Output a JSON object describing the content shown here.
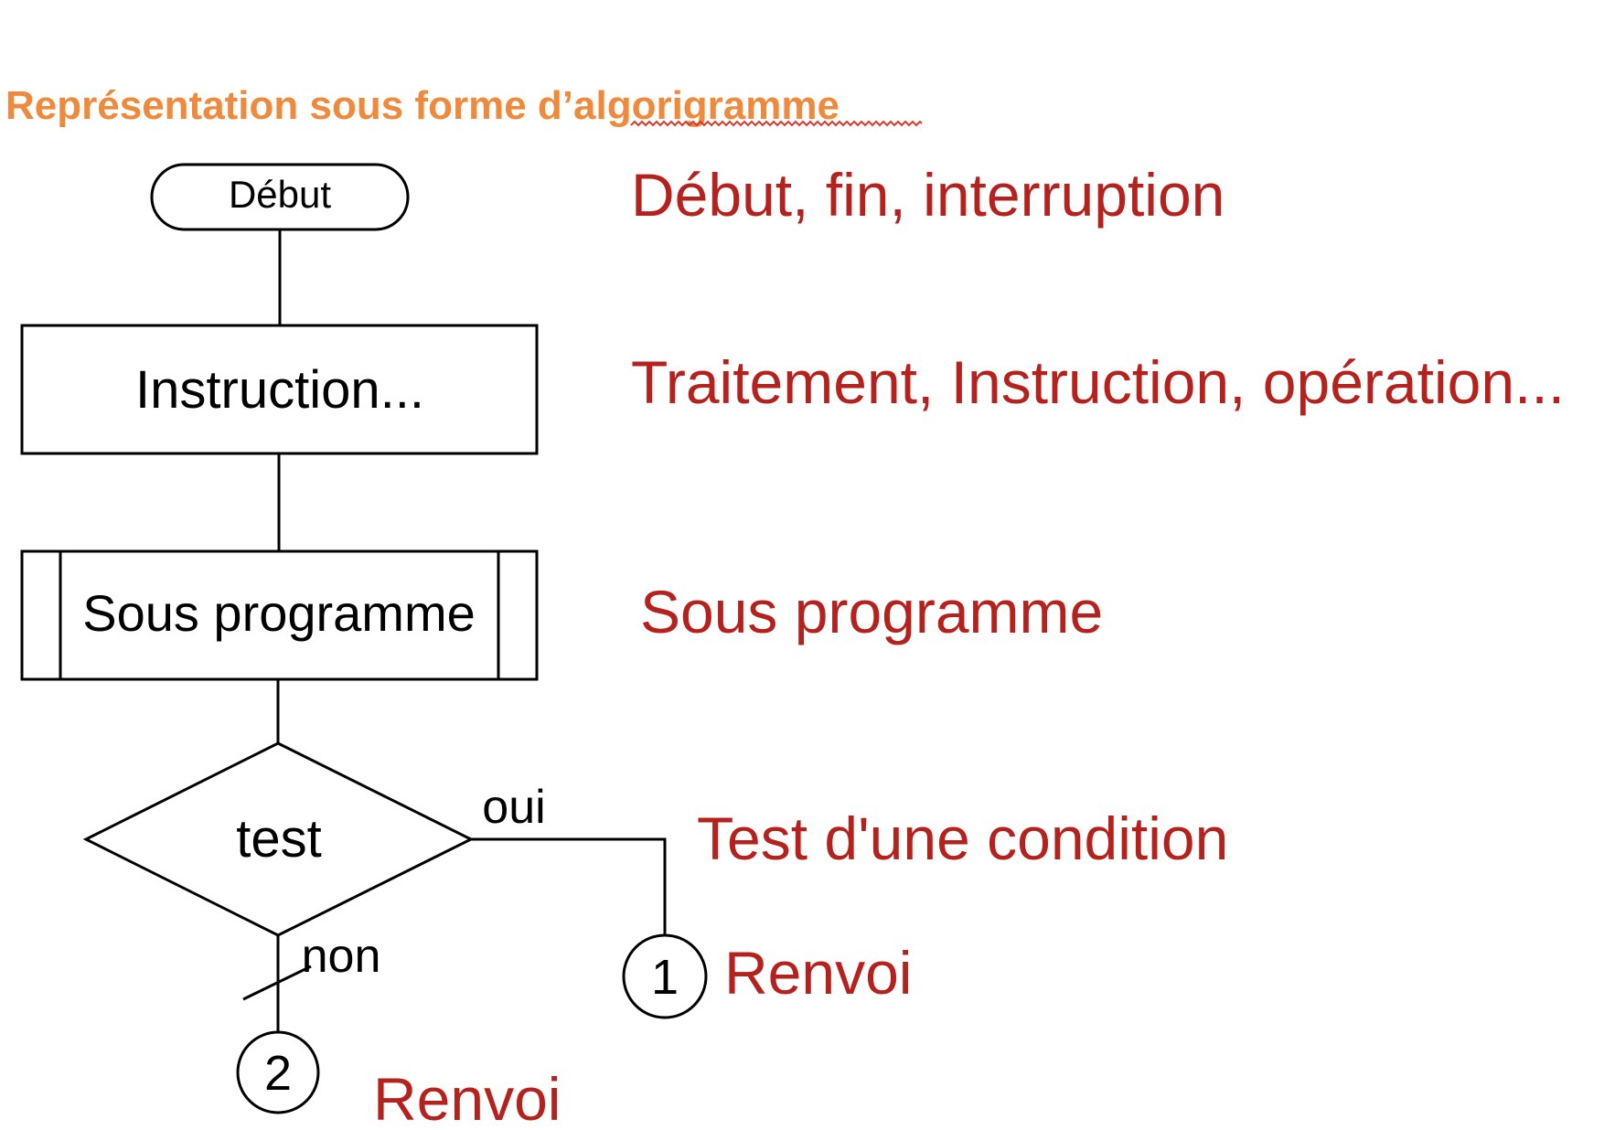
{
  "heading": {
    "text": "Représentation sous forme d’algorigramme",
    "color": "#EF8A3C",
    "spellcheck_color": "#D93A2B"
  },
  "flowchart": {
    "start_label": "Début",
    "instruction_label": "Instruction...",
    "subprogram_label": "Sous programme",
    "test_label": "test",
    "yes_label": "oui",
    "no_label": "non",
    "connector_1": "1",
    "connector_2": "2"
  },
  "legend": {
    "color": "#B5221E",
    "start_end": "Début, fin, interruption",
    "process": "Traitement, Instruction, opération...",
    "subprogram": "Sous programme",
    "test": "Test d'une condition",
    "connector_1": "Renvoi",
    "connector_2": "Renvoi"
  }
}
